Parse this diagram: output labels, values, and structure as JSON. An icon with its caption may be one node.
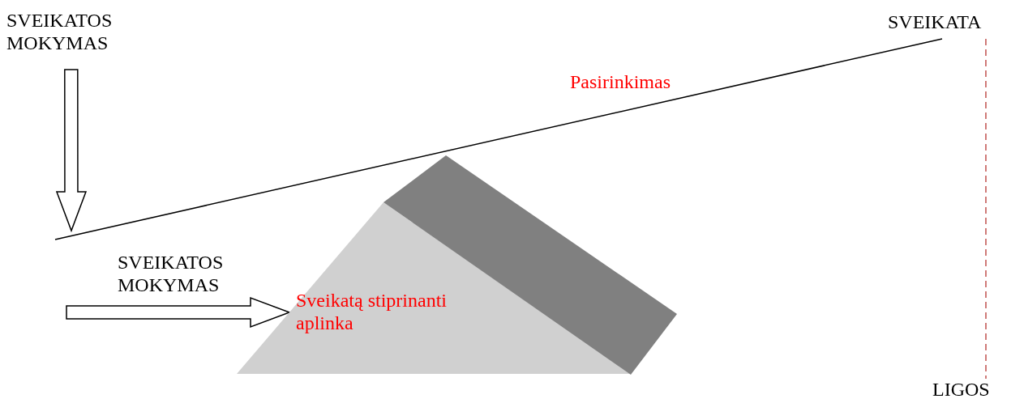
{
  "diagram": {
    "nodes": [
      {
        "text": [
          "SVEIKATOS MOKYMAS"
        ]
      },
      {
        "text": [
          "SVEIKATA"
        ]
      },
      {
        "text": [
          "LIGOS"
        ]
      },
      {
        "text": [
          "Sveikatą stiprinanti aplinka"
        ]
      },
      {
        "text": [],
        "shape": "box"
      }
    ],
    "edges": [
      {
        "from": 0,
        "to": null,
        "arrow": "to"
      },
      {
        "from": null,
        "to": 1,
        "arrow": "none",
        "label": "Pasirinkimas"
      },
      {
        "from": 1,
        "to": 2,
        "arrow": "none",
        "style": "dashed",
        "color": "#c0504d"
      },
      {
        "from": null,
        "to": 3,
        "arrow": "to",
        "label": "SVEIKATOS MOKYMAS"
      }
    ]
  }
}
